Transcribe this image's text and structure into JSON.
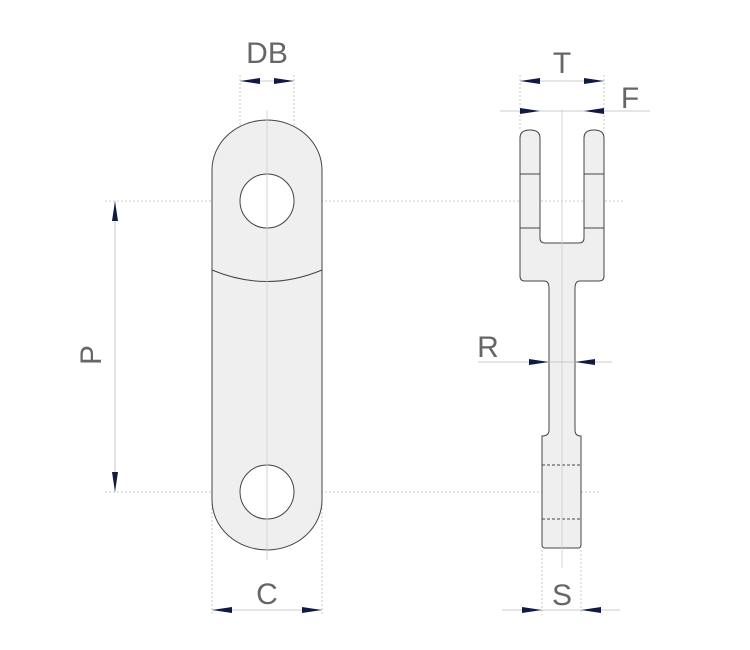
{
  "labels": {
    "db": "DB",
    "t": "T",
    "f": "F",
    "p": "P",
    "r": "R",
    "c": "C",
    "s": "S"
  },
  "colors": {
    "part_fill": "#efefef",
    "outline": "#444444",
    "arrow": "#101a45",
    "label": "#666666"
  }
}
